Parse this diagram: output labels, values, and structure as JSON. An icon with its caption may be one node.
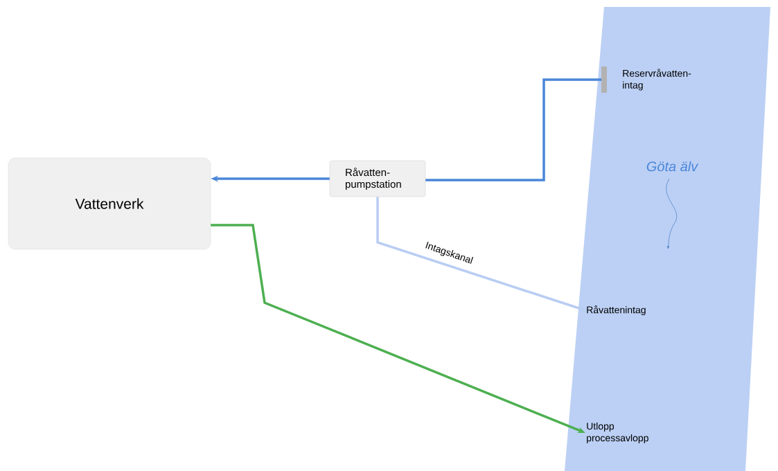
{
  "diagram": {
    "nodes": [
      {
        "text": [
          "Vattenverk"
        ]
      },
      {
        "text": [
          "Råvatten- pumpstation"
        ]
      },
      {
        "text": [
          "Göta älv"
        ]
      },
      {
        "text": [
          "Reservråvatten- intag"
        ],
        "in": 2
      },
      {
        "text": [
          "Råvattenintag"
        ],
        "in": 2
      },
      {
        "text": [
          "Utlopp processavlopp"
        ],
        "in": 2
      }
    ],
    "edges": [
      {
        "from": 1,
        "to": 0,
        "arrow": "to"
      },
      {
        "from": 3,
        "to": 1,
        "arrow": "none"
      },
      {
        "from": 1,
        "to": 4,
        "arrow": "none",
        "label": "Intagskanal",
        "color": "#b9cdf3"
      },
      {
        "from": 0,
        "to": 5,
        "arrow": "to",
        "color": "#4caf50"
      }
    ]
  }
}
